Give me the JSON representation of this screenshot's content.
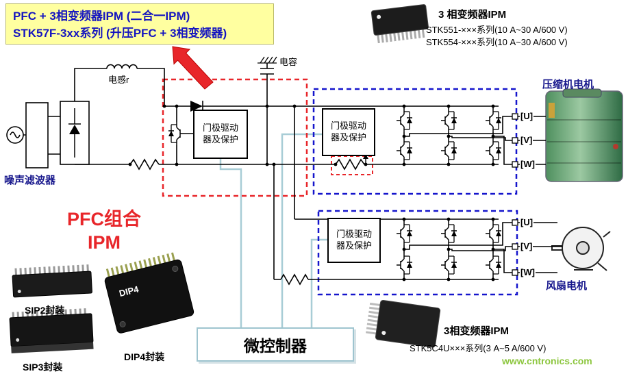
{
  "header": {
    "line1": "PFC + 3相变频器IPM (二合一IPM)",
    "line2": "STK57F-3xx系列 (升压PFC + 3相变频器)"
  },
  "top_right_module": {
    "title": "3 相变频器IPM",
    "series1": "STK551-×××系列(10 A~30 A/600 V)",
    "series2": "STK554-×××系列(10 A~30 A/600 V)"
  },
  "bottom_right_module": {
    "title": "3相变频器IPM",
    "series": "STK5C4U×××系列(3 A~5 A/600 V)"
  },
  "circuit": {
    "noise_filter": "噪声滤波器",
    "inductor": "电感r",
    "capacitor": "电容",
    "gate_driver": "门极驱动器及保护",
    "compressor": "压缩机电机",
    "fan": "风扇电机",
    "pfc_combo_line1": "PFC组合",
    "pfc_combo_line2": "IPM",
    "mcu": "微控制器",
    "phases": [
      "[U]",
      "[V]",
      "[W]"
    ]
  },
  "packages": {
    "sip2": "SIP2封装",
    "sip3": "SIP3封装",
    "dip4": "DIP4封装",
    "dip4_marking": "DIP4"
  },
  "footer": {
    "watermark": "www.cntronics.com"
  },
  "colors": {
    "title_bg": "#ffffa0",
    "title_text": "#1515c0",
    "dashed_red": "#e8262a",
    "dashed_blue": "#1515cc",
    "label_navy": "#16168c",
    "teal_line": "#a8cdd6",
    "watermark_green": "#8cc63e"
  }
}
